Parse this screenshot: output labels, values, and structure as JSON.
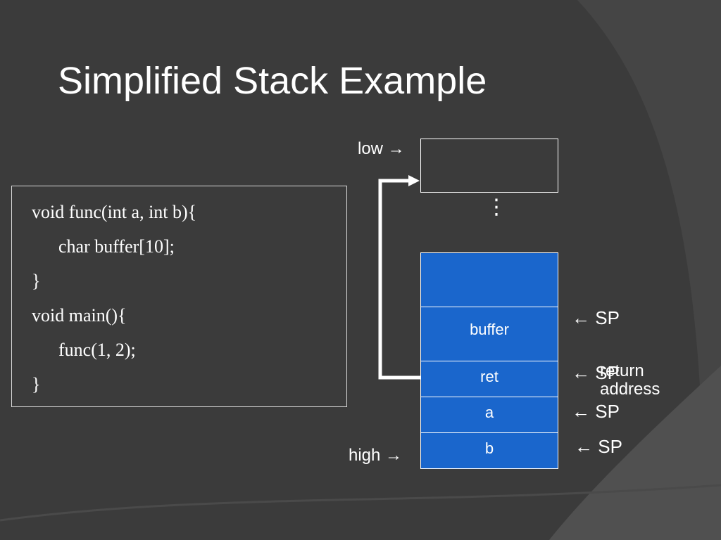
{
  "slide": {
    "title": "Simplified Stack Example"
  },
  "code": {
    "lines": [
      "void func(int a, int b){",
      "char buffer[10];",
      "}",
      "void main(){",
      "func(1, 2);",
      "}"
    ]
  },
  "stack": {
    "low_label": "low →",
    "high_label": "high →",
    "ellipsis": "⋮",
    "cells": [
      "",
      "buffer",
      "ret",
      "a",
      "b"
    ],
    "sp_label": "← SP",
    "return_address_note": [
      "return",
      "address"
    ]
  },
  "colors": {
    "background": "#3b3b3b",
    "stack_cell": "#1a66cc",
    "text": "#ffffff"
  }
}
